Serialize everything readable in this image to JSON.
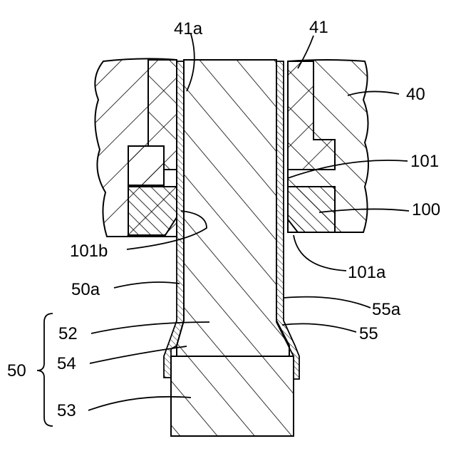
{
  "labels": {
    "l41a": "41a",
    "l41": "41",
    "l40": "40",
    "l101": "101",
    "l100": "100",
    "l101b": "101b",
    "l101a": "101a",
    "l50a": "50a",
    "l55a": "55a",
    "l52": "52",
    "l55": "55",
    "l50": "50",
    "l54": "54",
    "l53": "53"
  },
  "colors": {
    "ink": "#000000",
    "paper": "#ffffff"
  }
}
